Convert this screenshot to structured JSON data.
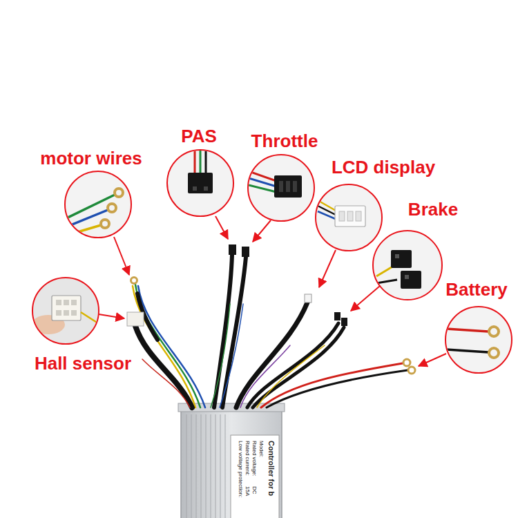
{
  "diagram": {
    "labels": [
      "motor wires",
      "PAS",
      "Throttle",
      "LCD display",
      "Brake",
      "Battery",
      "Hall sensor",
      "Controller for b",
      "Model:",
      "Rated voltage:",
      "Rated current:",
      "Low voltage protection:",
      "DC",
      "15A"
    ]
  }
}
